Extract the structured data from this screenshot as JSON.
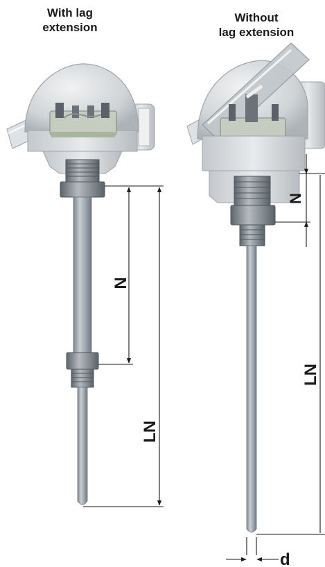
{
  "titles": {
    "left_line1": "With lag",
    "left_line2": "extension",
    "right_line1": "Without",
    "right_line2": "lag extension"
  },
  "dimensions": {
    "left_n": "N",
    "left_ln": "LN",
    "right_n": "N",
    "right_ln": "LN",
    "right_d": "d"
  },
  "colors": {
    "dimension_line": "#1a1a1a",
    "tube": "#9aa3ab",
    "dome": "#d2d5d8",
    "fitting": "#707880"
  }
}
